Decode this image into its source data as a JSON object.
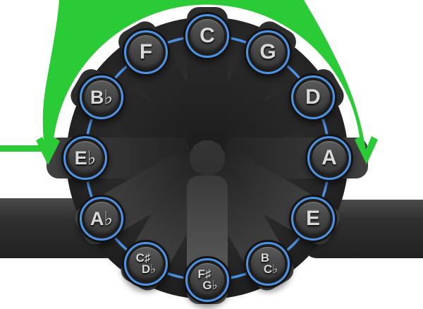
{
  "notes": [
    {
      "label": "C"
    },
    {
      "label": "G"
    },
    {
      "label": "D"
    },
    {
      "label": "A"
    },
    {
      "label": "E"
    },
    {
      "label": "B",
      "label2": "C♭"
    },
    {
      "label": "F♯",
      "label2": "G♭"
    },
    {
      "label": "C♯",
      "label2": "D♭"
    },
    {
      "label": "A♭"
    },
    {
      "label": "E♭"
    },
    {
      "label": "B♭"
    },
    {
      "label": "F"
    }
  ],
  "arrow": {
    "heads": 2,
    "color": "#2bcb37"
  },
  "colors": {
    "accent_blue": "#4f93e6",
    "arrow_green": "#2bcb37",
    "panel_dark": "#2a2a2a",
    "letter": "#d9d9d9"
  }
}
